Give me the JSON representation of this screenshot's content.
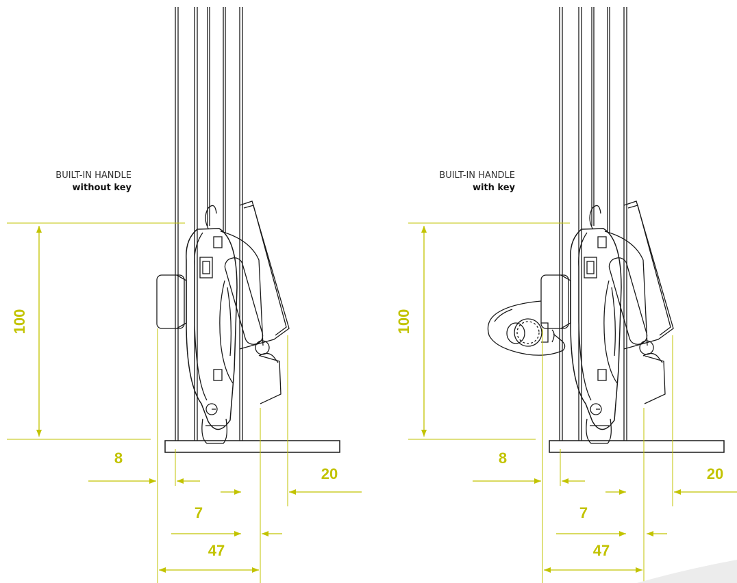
{
  "colors": {
    "accent": "#c2c300",
    "line": "#1a1a1a",
    "background": "#ffffff"
  },
  "panels": [
    {
      "caption_line1": "BUILT-IN HANDLE",
      "caption_line2": "without key",
      "dimensions": {
        "height": "100",
        "d1": "8",
        "d2": "7",
        "d3": "47",
        "d4": "20"
      }
    },
    {
      "caption_line1": "BUILT-IN HANDLE",
      "caption_line2": "with key",
      "dimensions": {
        "height": "100",
        "d1": "8",
        "d2": "7",
        "d3": "47",
        "d4": "20"
      }
    }
  ]
}
